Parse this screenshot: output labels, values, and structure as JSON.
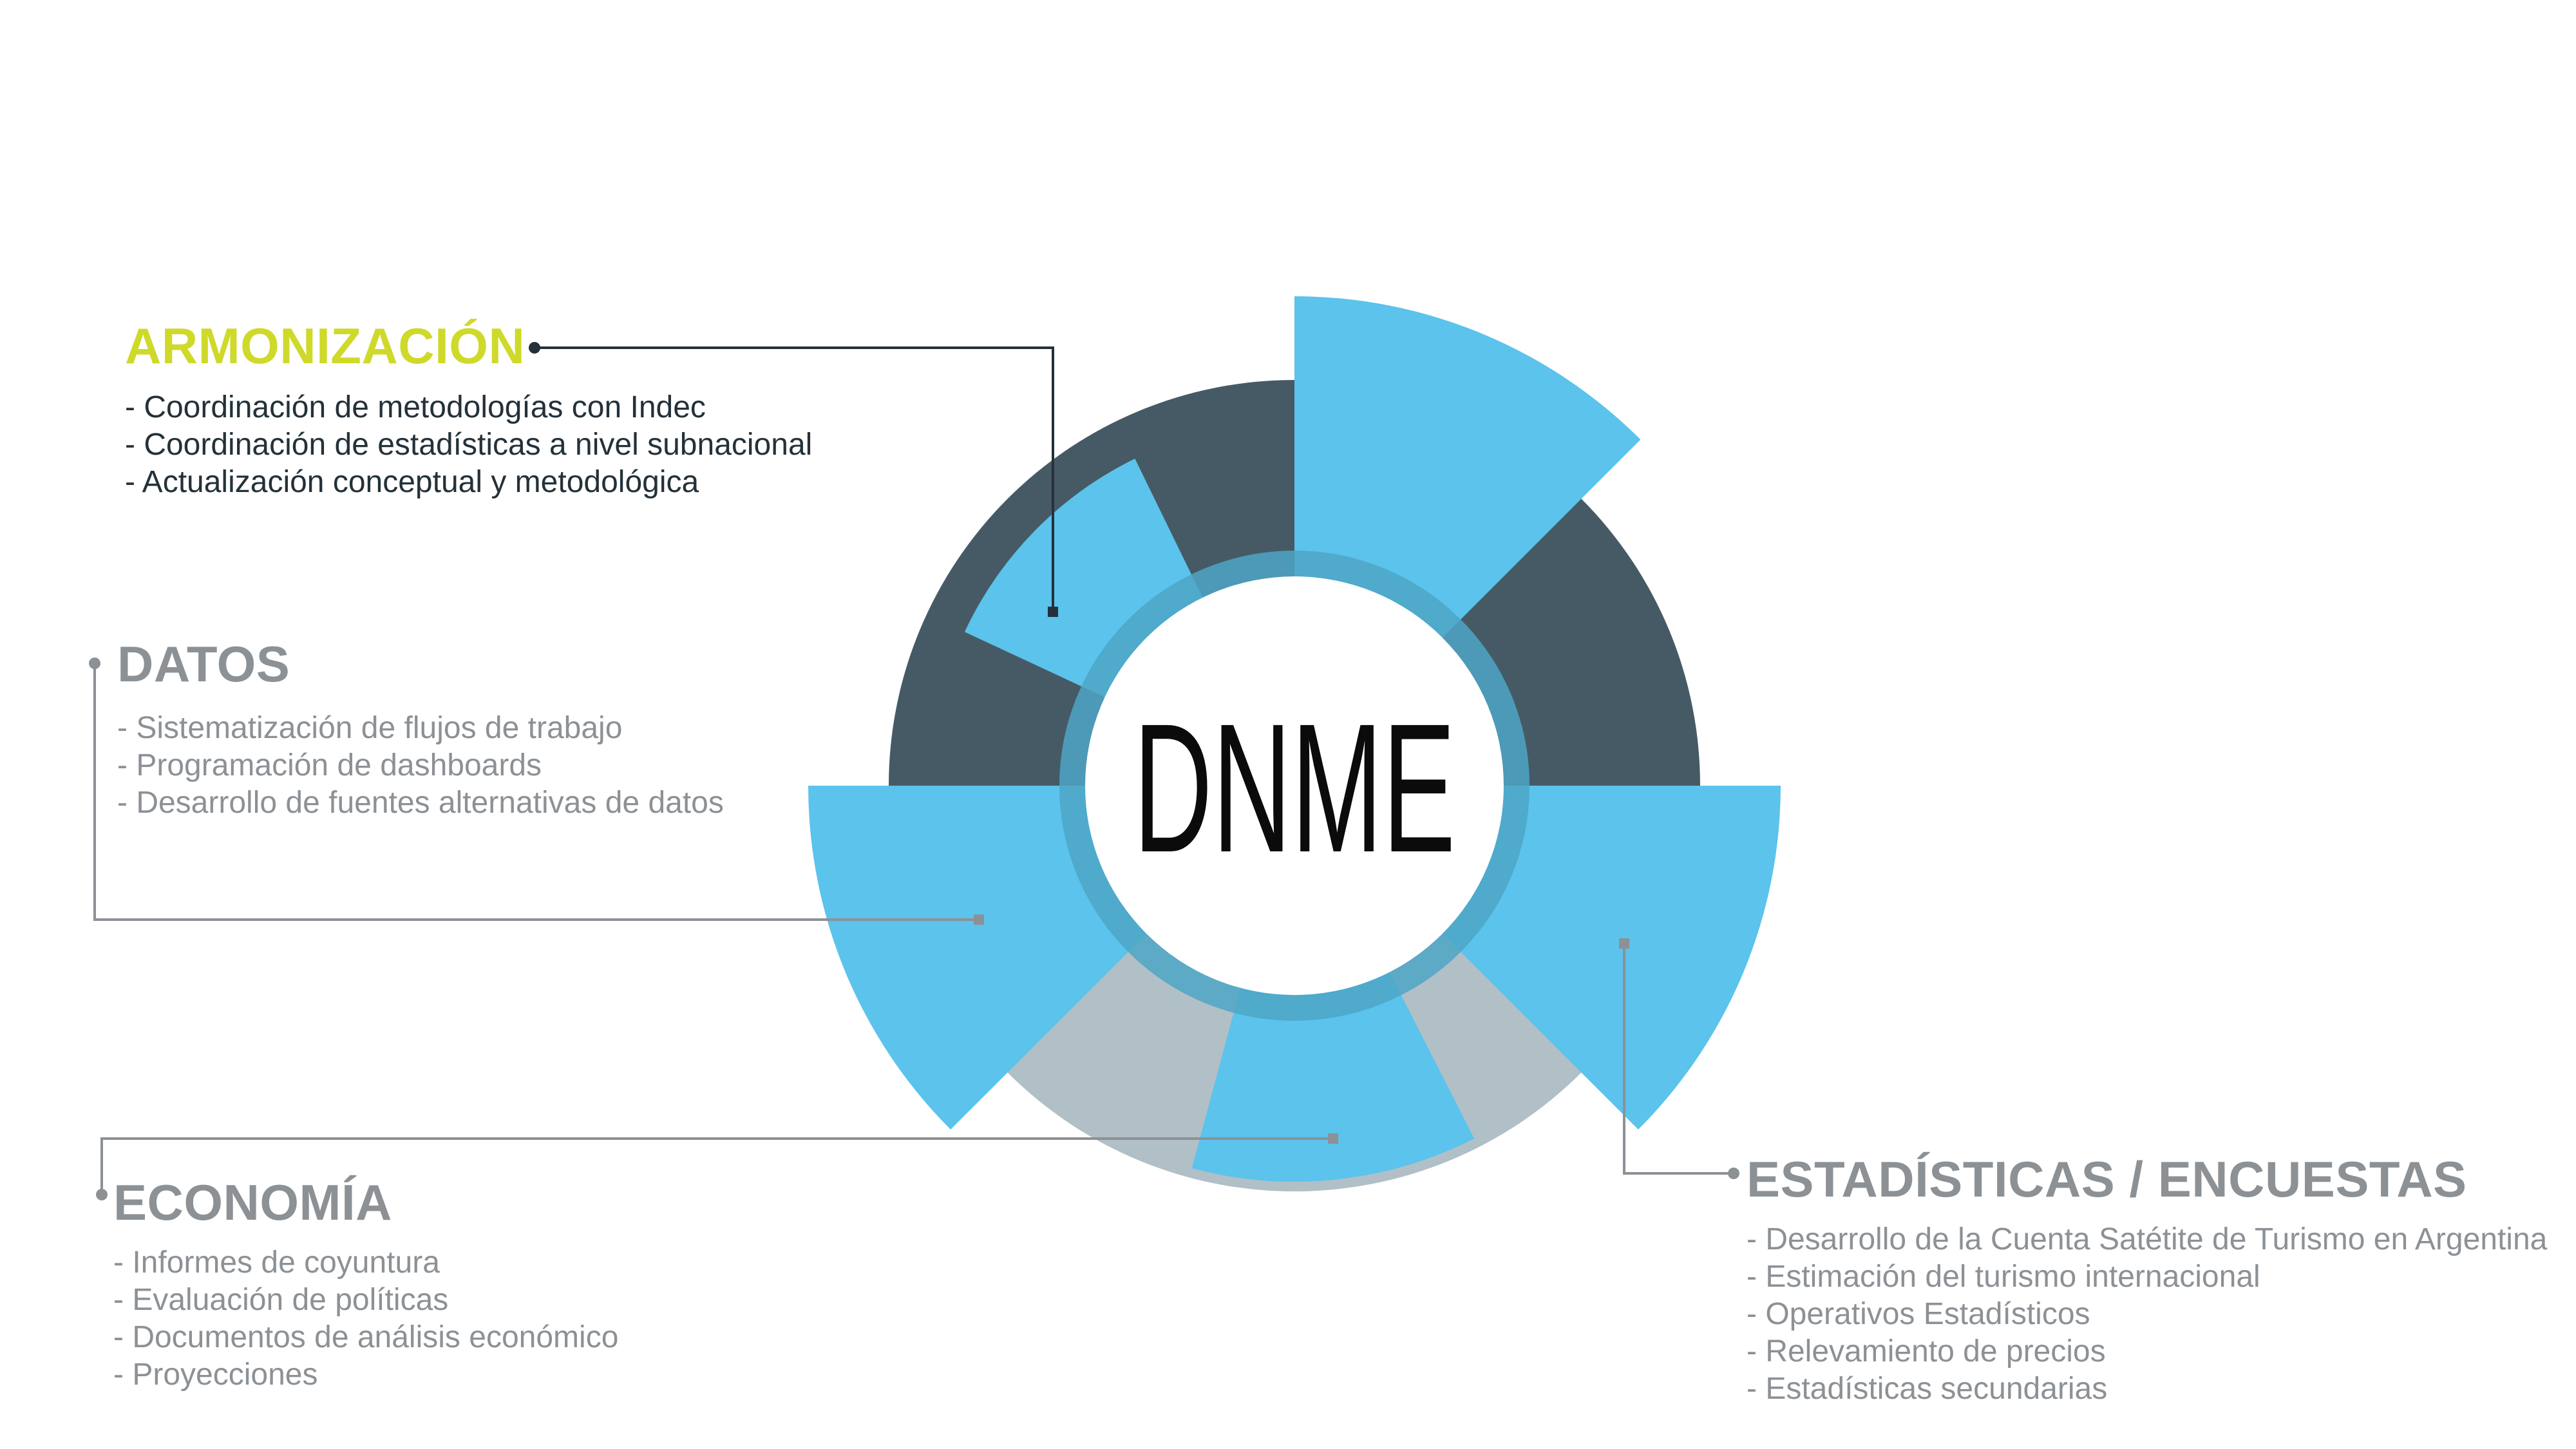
{
  "center": {
    "label": "DNME"
  },
  "colors": {
    "dark_slate": "#465a66",
    "light_blue": "#5bc3ec",
    "mid_blue": "#4da6c6",
    "light_gray": "#b1bfc7",
    "accent_green": "#cfd92a",
    "text_dark": "#243139",
    "text_gray": "#8c9196"
  },
  "sections": {
    "armonizacion": {
      "title": "ARMONIZACIÓN",
      "items": [
        "- Coordinación de metodologías con Indec",
        "- Coordinación de estadísticas a nivel subnacional",
        "- Actualización conceptual y metodológica"
      ]
    },
    "datos": {
      "title": "DATOS",
      "items": [
        "- Sistematización de flujos de trabajo",
        "- Programación de dashboards",
        "- Desarrollo de fuentes alternativas de datos"
      ]
    },
    "economia": {
      "title": "ECONOMÍA",
      "items": [
        "- Informes de coyuntura",
        "- Evaluación de políticas",
        "- Documentos de análisis económico",
        "- Proyecciones"
      ]
    },
    "estadisticas": {
      "title": "ESTADÍSTICAS / ENCUESTAS",
      "items": [
        "- Desarrollo de la Cuenta Satétite de Turismo en Argentina",
        "- Estimación del turismo internacional",
        "- Operativos Estadísticos",
        "- Relevamiento de precios",
        "- Estadísticas secundarias"
      ]
    }
  }
}
